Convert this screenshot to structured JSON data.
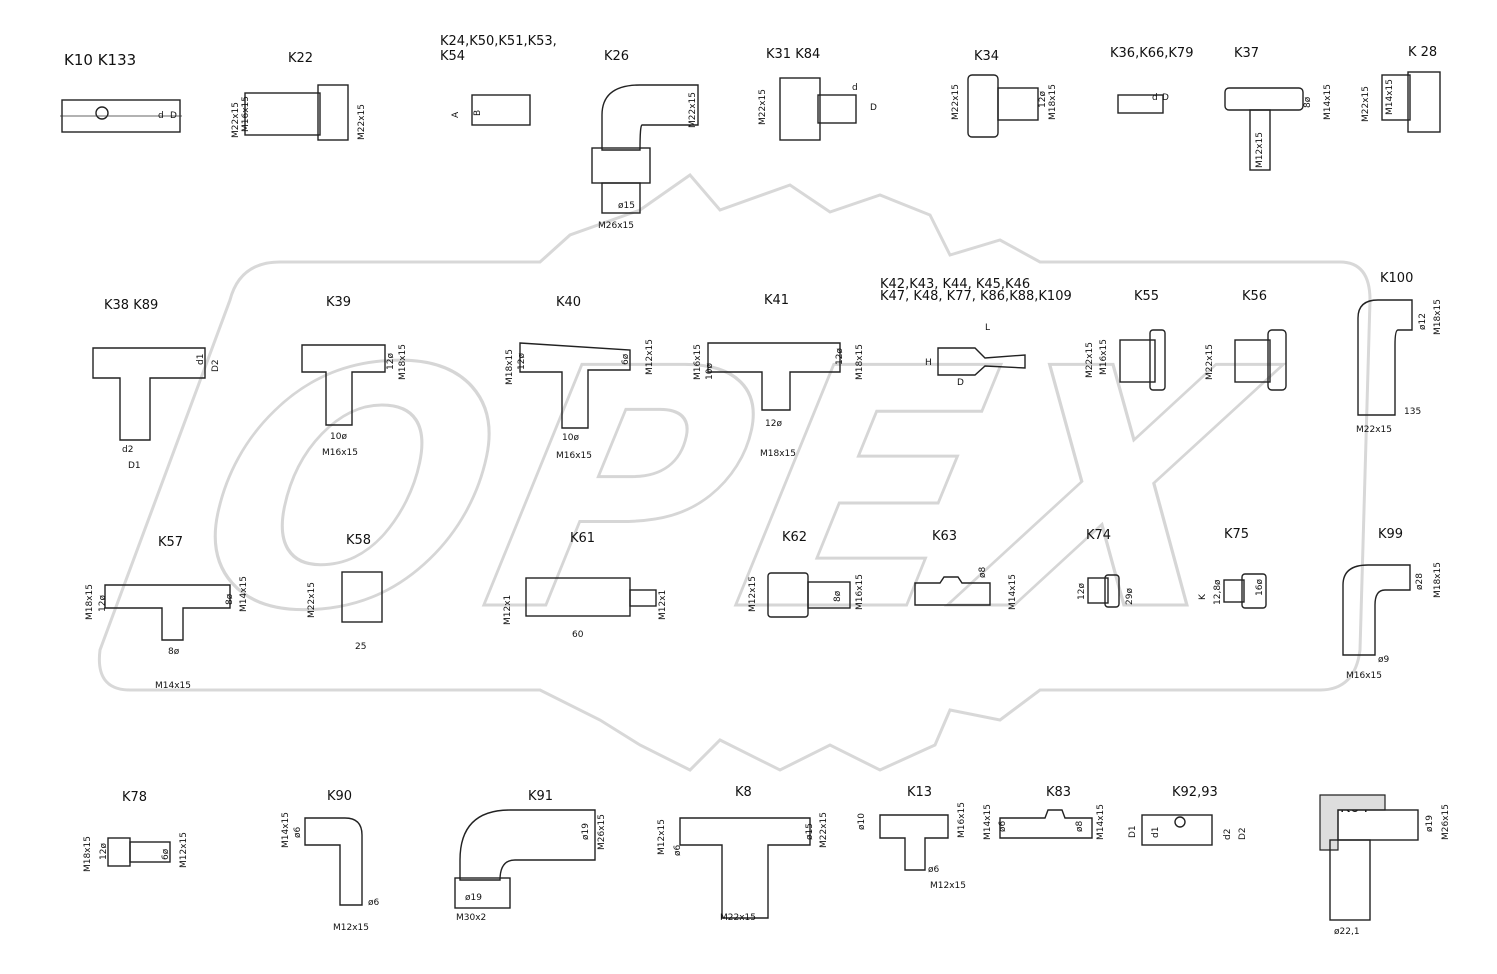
{
  "watermark": {
    "text": "OPEX"
  },
  "parts": [
    {
      "id": "k10",
      "label": "K10  K133",
      "dims": [
        "d",
        "D"
      ]
    },
    {
      "id": "k22",
      "label": "K22",
      "dims": [
        "M22x15",
        "M16x15",
        "M22x15"
      ]
    },
    {
      "id": "k24",
      "label": "K24,K50,K51,K53,",
      "label2": "K54",
      "dims": [
        "A",
        "B"
      ]
    },
    {
      "id": "k26",
      "label": "K26",
      "dims": [
        "M22x15",
        "ø15",
        "M26x15"
      ]
    },
    {
      "id": "k31",
      "label": "K31 K84",
      "dims": [
        "M22x15",
        "d",
        "D"
      ]
    },
    {
      "id": "k34",
      "label": "K34",
      "dims": [
        "M22x15",
        "12ø",
        "M18x15"
      ]
    },
    {
      "id": "k36",
      "label": "K36,K66,K79",
      "dims": [
        "d",
        "D"
      ]
    },
    {
      "id": "k37",
      "label": "K37",
      "dims": [
        "8ø",
        "M14x15",
        "M12x15"
      ]
    },
    {
      "id": "k28",
      "label": "K 28",
      "dims": [
        "M22x15",
        "M14x15"
      ]
    },
    {
      "id": "k38",
      "label": "K38 K89",
      "dims": [
        "d1",
        "D2",
        "d2",
        "D1"
      ]
    },
    {
      "id": "k39",
      "label": "K39",
      "dims": [
        "12ø",
        "M18x15",
        "10ø",
        "M16x15"
      ]
    },
    {
      "id": "k40",
      "label": "K40",
      "dims": [
        "M18x15",
        "12ø",
        "6ø",
        "M12x15",
        "10ø",
        "M16x15"
      ]
    },
    {
      "id": "k41",
      "label": "K41",
      "dims": [
        "M16x15",
        "10ø",
        "12ø",
        "M18x15",
        "12ø",
        "M18x15"
      ]
    },
    {
      "id": "k42",
      "label": "K42,K43, K44, K45,K46",
      "label2": "K47, K48, K77, K86,K88,K109",
      "dims": [
        "L",
        "H",
        "D"
      ]
    },
    {
      "id": "k55",
      "label": "K55",
      "dims": [
        "M22x15",
        "M16x15"
      ]
    },
    {
      "id": "k56",
      "label": "K56",
      "dims": [
        "M22x15"
      ]
    },
    {
      "id": "k100",
      "label": "K100",
      "dims": [
        "ø12",
        "M18x15",
        "135",
        "M22x15"
      ]
    },
    {
      "id": "k57",
      "label": "K57",
      "dims": [
        "M18x15",
        "12ø",
        "8ø",
        "M14x15",
        "8ø",
        "M14x15"
      ]
    },
    {
      "id": "k58",
      "label": "K58",
      "dims": [
        "M22x15",
        "25"
      ]
    },
    {
      "id": "k61",
      "label": "K61",
      "dims": [
        "M12x1",
        "M12x1",
        "60"
      ]
    },
    {
      "id": "k62",
      "label": "K62",
      "dims": [
        "M12x15",
        "8ø",
        "M16x15"
      ]
    },
    {
      "id": "k63",
      "label": "K63",
      "dims": [
        "ø8",
        "M14x15"
      ]
    },
    {
      "id": "k74",
      "label": "K74",
      "dims": [
        "12ø",
        "29ø"
      ]
    },
    {
      "id": "k75",
      "label": "K75",
      "dims": [
        "K",
        "12,8ø",
        "16ø"
      ]
    },
    {
      "id": "k99",
      "label": "K99",
      "dims": [
        "ø28",
        "M18x15",
        "ø9",
        "M16x15"
      ]
    },
    {
      "id": "k78",
      "label": "K78",
      "dims": [
        "M18x15",
        "12ø",
        "6ø",
        "M12x15"
      ]
    },
    {
      "id": "k90",
      "label": "K90",
      "dims": [
        "M14x15",
        "ø6",
        "ø6",
        "M12x15"
      ]
    },
    {
      "id": "k91",
      "label": "K91",
      "dims": [
        "ø19",
        "M26x15",
        "ø19",
        "M30x2"
      ]
    },
    {
      "id": "k8",
      "label": "K8",
      "dims": [
        "M12x15",
        "ø6",
        "ø15",
        "M22x15",
        "M22x15"
      ]
    },
    {
      "id": "k13",
      "label": "K13",
      "dims": [
        "ø10",
        "M16x15",
        "ø6",
        "M12x15"
      ]
    },
    {
      "id": "k83",
      "label": "K83",
      "dims": [
        "M14x15",
        "ø6",
        "ø8",
        "M14x15"
      ]
    },
    {
      "id": "k92",
      "label": "K92,93",
      "dims": [
        "D1",
        "d1",
        "d2",
        "D2"
      ]
    },
    {
      "id": "k64",
      "label": "K64",
      "dims": [
        "ø19",
        "M26x15",
        "ø22,1"
      ]
    }
  ]
}
